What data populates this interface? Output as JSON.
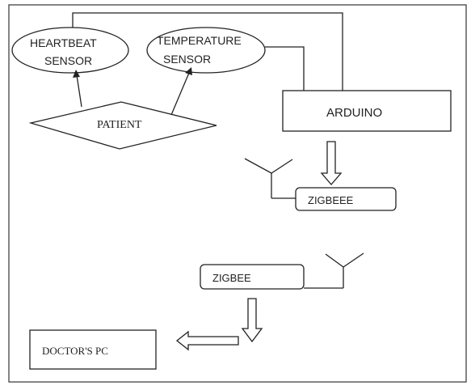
{
  "diagram": {
    "nodes": {
      "heartbeat_sensor": {
        "line1": "HEARTBEAT",
        "line2": "SENSOR"
      },
      "temperature_sensor": {
        "line1": "TEMPERATURE",
        "line2": "SENSOR"
      },
      "patient": {
        "label": "PATIENT"
      },
      "arduino": {
        "label": "ARDUINO"
      },
      "zigbee_tx": {
        "label": "ZIGBEEE"
      },
      "zigbee_rx": {
        "label": "ZIGBEE"
      },
      "doctors_pc": {
        "label": "DOCTOR'S PC"
      }
    }
  }
}
